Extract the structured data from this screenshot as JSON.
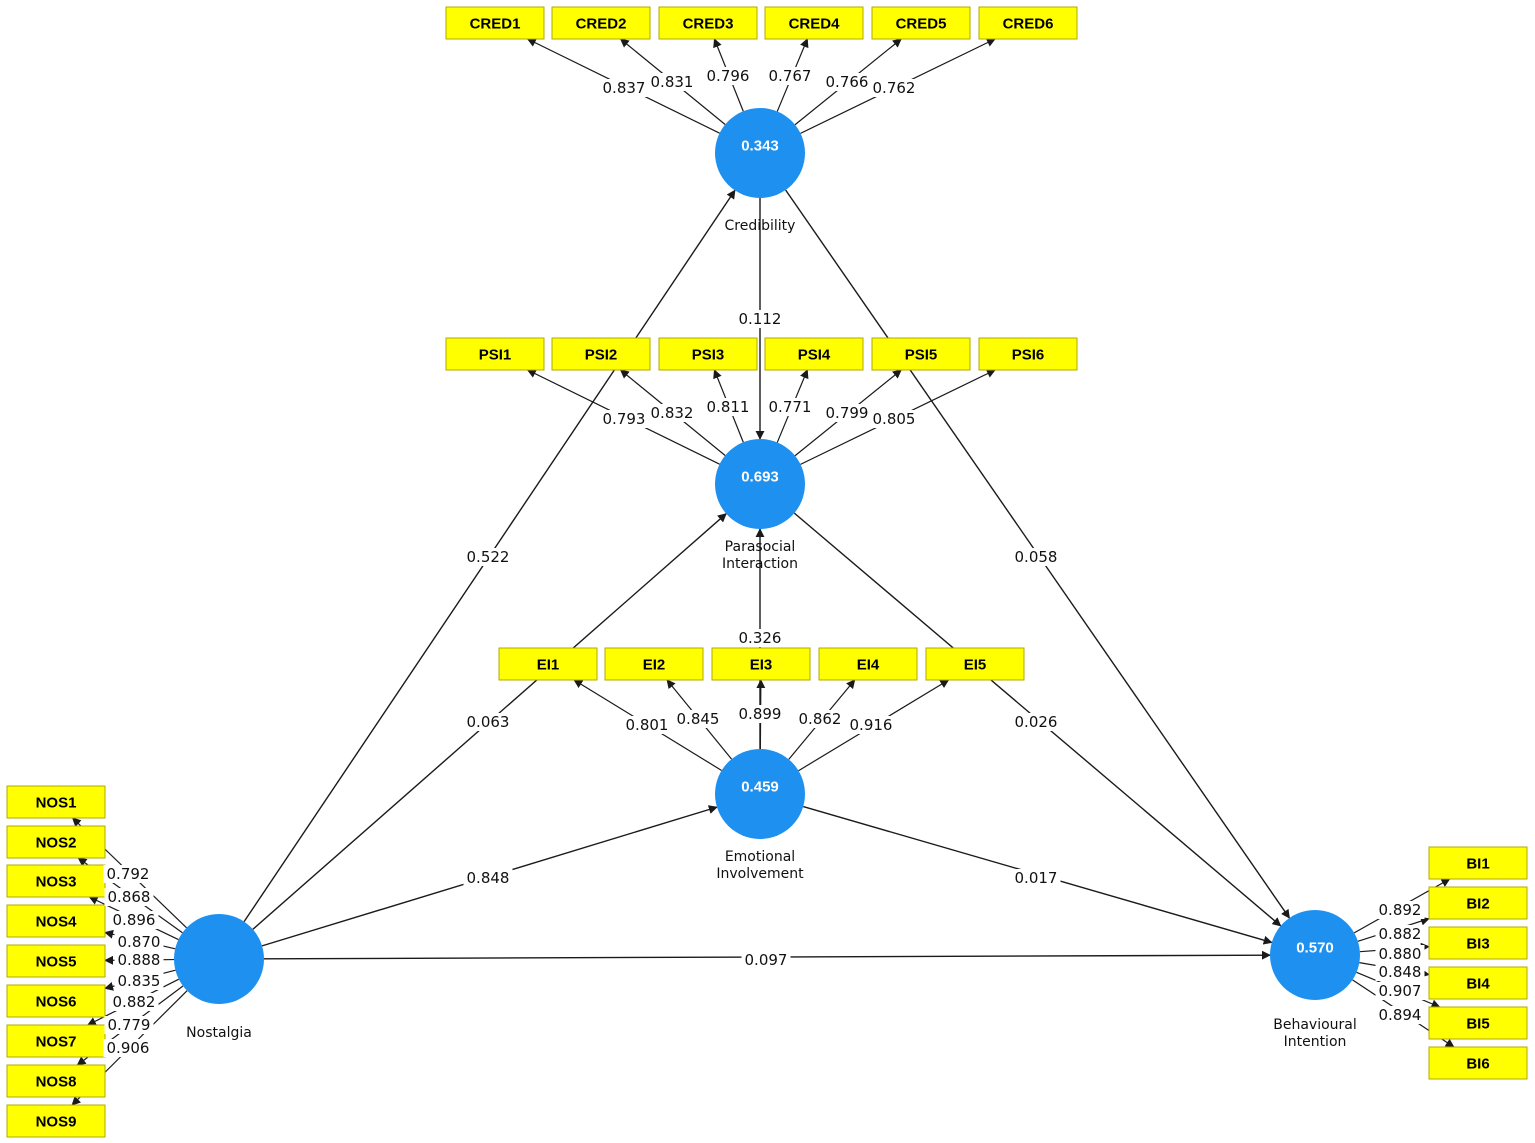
{
  "colors": {
    "latent": "#1e90f0",
    "indicator": "#ffff00",
    "indicator_border": "#b0a800",
    "edge": "#1a1a1a"
  },
  "latents": [
    {
      "id": "cred",
      "value": "0.343",
      "label": [
        "Credibility"
      ]
    },
    {
      "id": "psi",
      "value": "0.693",
      "label": [
        "Parasocial",
        "Interaction"
      ]
    },
    {
      "id": "ei",
      "value": "0.459",
      "label": [
        "Emotional",
        "Involvement"
      ]
    },
    {
      "id": "nos",
      "value": "",
      "label": [
        "Nostalgia"
      ]
    },
    {
      "id": "bi",
      "value": "0.570",
      "label": [
        "Behavioural",
        "Intention"
      ]
    }
  ],
  "indicators": {
    "cred": [
      {
        "id": "CRED1",
        "loading": "0.837"
      },
      {
        "id": "CRED2",
        "loading": "0.831"
      },
      {
        "id": "CRED3",
        "loading": "0.796"
      },
      {
        "id": "CRED4",
        "loading": "0.767"
      },
      {
        "id": "CRED5",
        "loading": "0.766"
      },
      {
        "id": "CRED6",
        "loading": "0.762"
      }
    ],
    "psi": [
      {
        "id": "PSI1",
        "loading": "0.793"
      },
      {
        "id": "PSI2",
        "loading": "0.832"
      },
      {
        "id": "PSI3",
        "loading": "0.811"
      },
      {
        "id": "PSI4",
        "loading": "0.771"
      },
      {
        "id": "PSI5",
        "loading": "0.799"
      },
      {
        "id": "PSI6",
        "loading": "0.805"
      }
    ],
    "ei": [
      {
        "id": "EI1",
        "loading": "0.801"
      },
      {
        "id": "EI2",
        "loading": "0.845"
      },
      {
        "id": "EI3",
        "loading": "0.899"
      },
      {
        "id": "EI4",
        "loading": "0.862"
      },
      {
        "id": "EI5",
        "loading": "0.916"
      }
    ],
    "nos": [
      {
        "id": "NOS1",
        "loading": "0.792"
      },
      {
        "id": "NOS2",
        "loading": "0.868"
      },
      {
        "id": "NOS3",
        "loading": "0.896"
      },
      {
        "id": "NOS4",
        "loading": "0.870"
      },
      {
        "id": "NOS5",
        "loading": "0.888"
      },
      {
        "id": "NOS6",
        "loading": "0.835"
      },
      {
        "id": "NOS7",
        "loading": "0.882"
      },
      {
        "id": "NOS8",
        "loading": "0.779"
      },
      {
        "id": "NOS9",
        "loading": "0.906"
      }
    ],
    "bi": [
      {
        "id": "BI1",
        "loading": "0.892"
      },
      {
        "id": "BI2",
        "loading": "0.882"
      },
      {
        "id": "BI3",
        "loading": "0.880"
      },
      {
        "id": "BI4",
        "loading": "0.848"
      },
      {
        "id": "BI5",
        "loading": "0.907"
      },
      {
        "id": "BI6",
        "loading": "0.894"
      }
    ]
  },
  "paths": [
    {
      "from": "nos",
      "to": "cred",
      "coef": "0.522"
    },
    {
      "from": "cred",
      "to": "psi",
      "coef": "0.112"
    },
    {
      "from": "cred",
      "to": "bi",
      "coef": "0.058"
    },
    {
      "from": "ei",
      "to": "psi",
      "coef": "0.326"
    },
    {
      "from": "nos",
      "to": "psi",
      "coef": "0.063"
    },
    {
      "from": "psi",
      "to": "bi",
      "coef": "0.026"
    },
    {
      "from": "nos",
      "to": "ei",
      "coef": "0.848"
    },
    {
      "from": "ei",
      "to": "bi",
      "coef": "0.017"
    },
    {
      "from": "nos",
      "to": "bi",
      "coef": "0.097"
    }
  ]
}
